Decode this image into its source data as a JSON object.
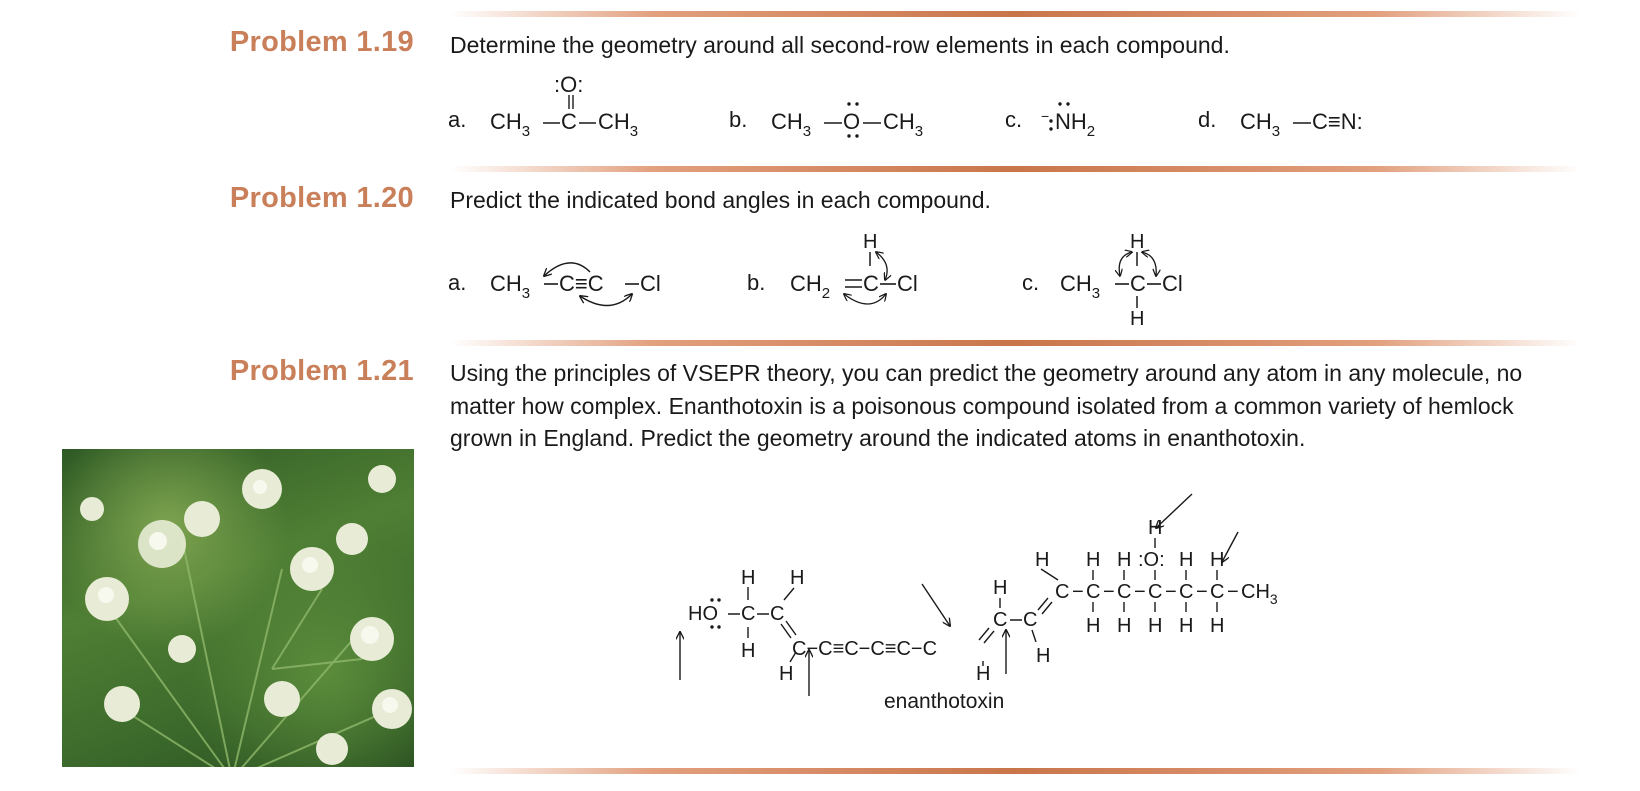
{
  "p119": {
    "label": "Problem 1.19",
    "question": "Determine the geometry around all second-row elements in each compound.",
    "a": {
      "letter": "a.",
      "left": "CH",
      "left_sub": "3",
      "center_top": ":O:",
      "center": "C",
      "right": "CH",
      "right_sub": "3"
    },
    "b": {
      "letter": "b.",
      "left": "CH",
      "left_sub": "3",
      "center": "O",
      "right": "CH",
      "right_sub": "3"
    },
    "c": {
      "letter": "c.",
      "minus": "−",
      "atom": "NH",
      "atom_sub": "2"
    },
    "d": {
      "letter": "d.",
      "left": "CH",
      "left_sub": "3",
      "right": "C≡N:"
    }
  },
  "p120": {
    "label": "Problem 1.20",
    "question": "Predict the indicated bond angles in each compound.",
    "a": {
      "letter": "a.",
      "left": "CH",
      "left_sub": "3",
      "mid": "C≡C",
      "right": "Cl"
    },
    "b": {
      "letter": "b.",
      "left": "CH",
      "left_sub": "2",
      "mid": "C",
      "right": "Cl",
      "top": "H"
    },
    "c": {
      "letter": "c.",
      "left": "CH",
      "left_sub": "3",
      "mid": "C",
      "right": "Cl",
      "top": "H",
      "bottom": "H"
    }
  },
  "p121": {
    "label": "Problem 1.21",
    "text": "Using the principles of VSEPR theory, you can predict the geometry around any atom in any molecule, no matter how complex. Enanthotoxin is a poisonous compound isolated from a common variety of hemlock grown in England. Predict the geometry around the indicated atoms in enanthotoxin.",
    "caption": "enanthotoxin",
    "structure": {
      "ho": "HO",
      "c": "C",
      "h": "H",
      "o": ":O:",
      "ch3": "CH",
      "ch3_sub": "3",
      "chain": "C−C≡C−C≡C−C"
    }
  },
  "colors": {
    "label": "#c9805a",
    "rule": "#c9754a",
    "text": "#1a1a1a"
  },
  "photo": {
    "icon": "hemlock-flowers-photo"
  }
}
